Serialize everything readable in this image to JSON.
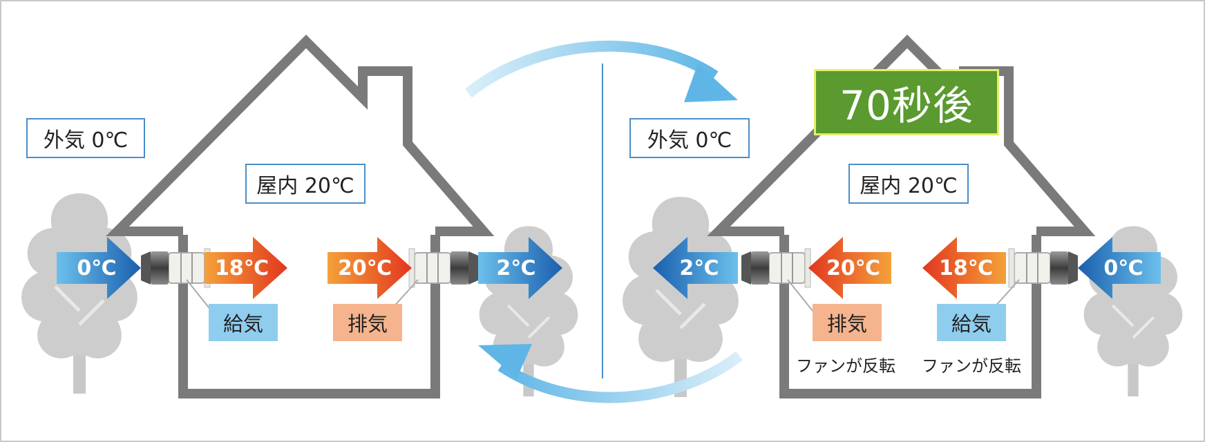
{
  "left_panel": {
    "outside_label": "外気 0℃",
    "indoor_label": "屋内 20℃",
    "arrows": [
      "0℃",
      "18℃",
      "20℃",
      "2℃"
    ],
    "supply_tag": "給気",
    "exhaust_tag": "排気"
  },
  "right_panel": {
    "badge": "70秒後",
    "outside_label": "外気 0℃",
    "indoor_label": "屋内 20℃",
    "arrows": [
      "2℃",
      "20℃",
      "18℃",
      "0℃"
    ],
    "exhaust_tag": "排気",
    "supply_tag": "給気",
    "fan_note_1": "ファンが反転",
    "fan_note_2": "ファンが反転"
  },
  "colors": {
    "house_outline": "#7a7a7a",
    "tree": "#cdcdcd",
    "cold_arrow": "#2f7ec3",
    "warm_arrow": "#e8552a",
    "cycle_arrow": "#7bc4ea",
    "badge": "#5a9a2f"
  }
}
